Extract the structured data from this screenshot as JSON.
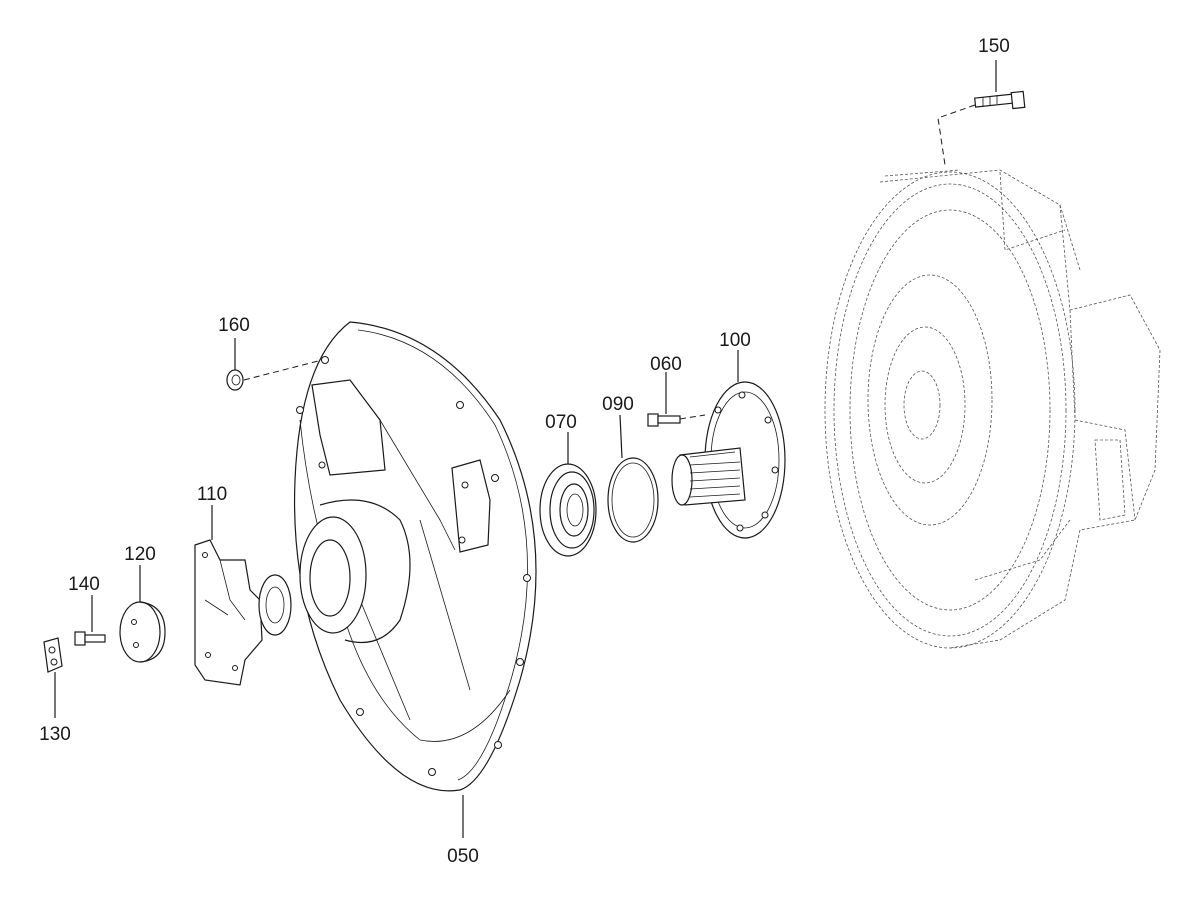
{
  "diagram": {
    "labels": {
      "p050": "050",
      "p060": "060",
      "p070": "070",
      "p090": "090",
      "p100": "100",
      "p110": "110",
      "p120": "120",
      "p130": "130",
      "p140": "140",
      "p150": "150",
      "p160": "160"
    }
  }
}
